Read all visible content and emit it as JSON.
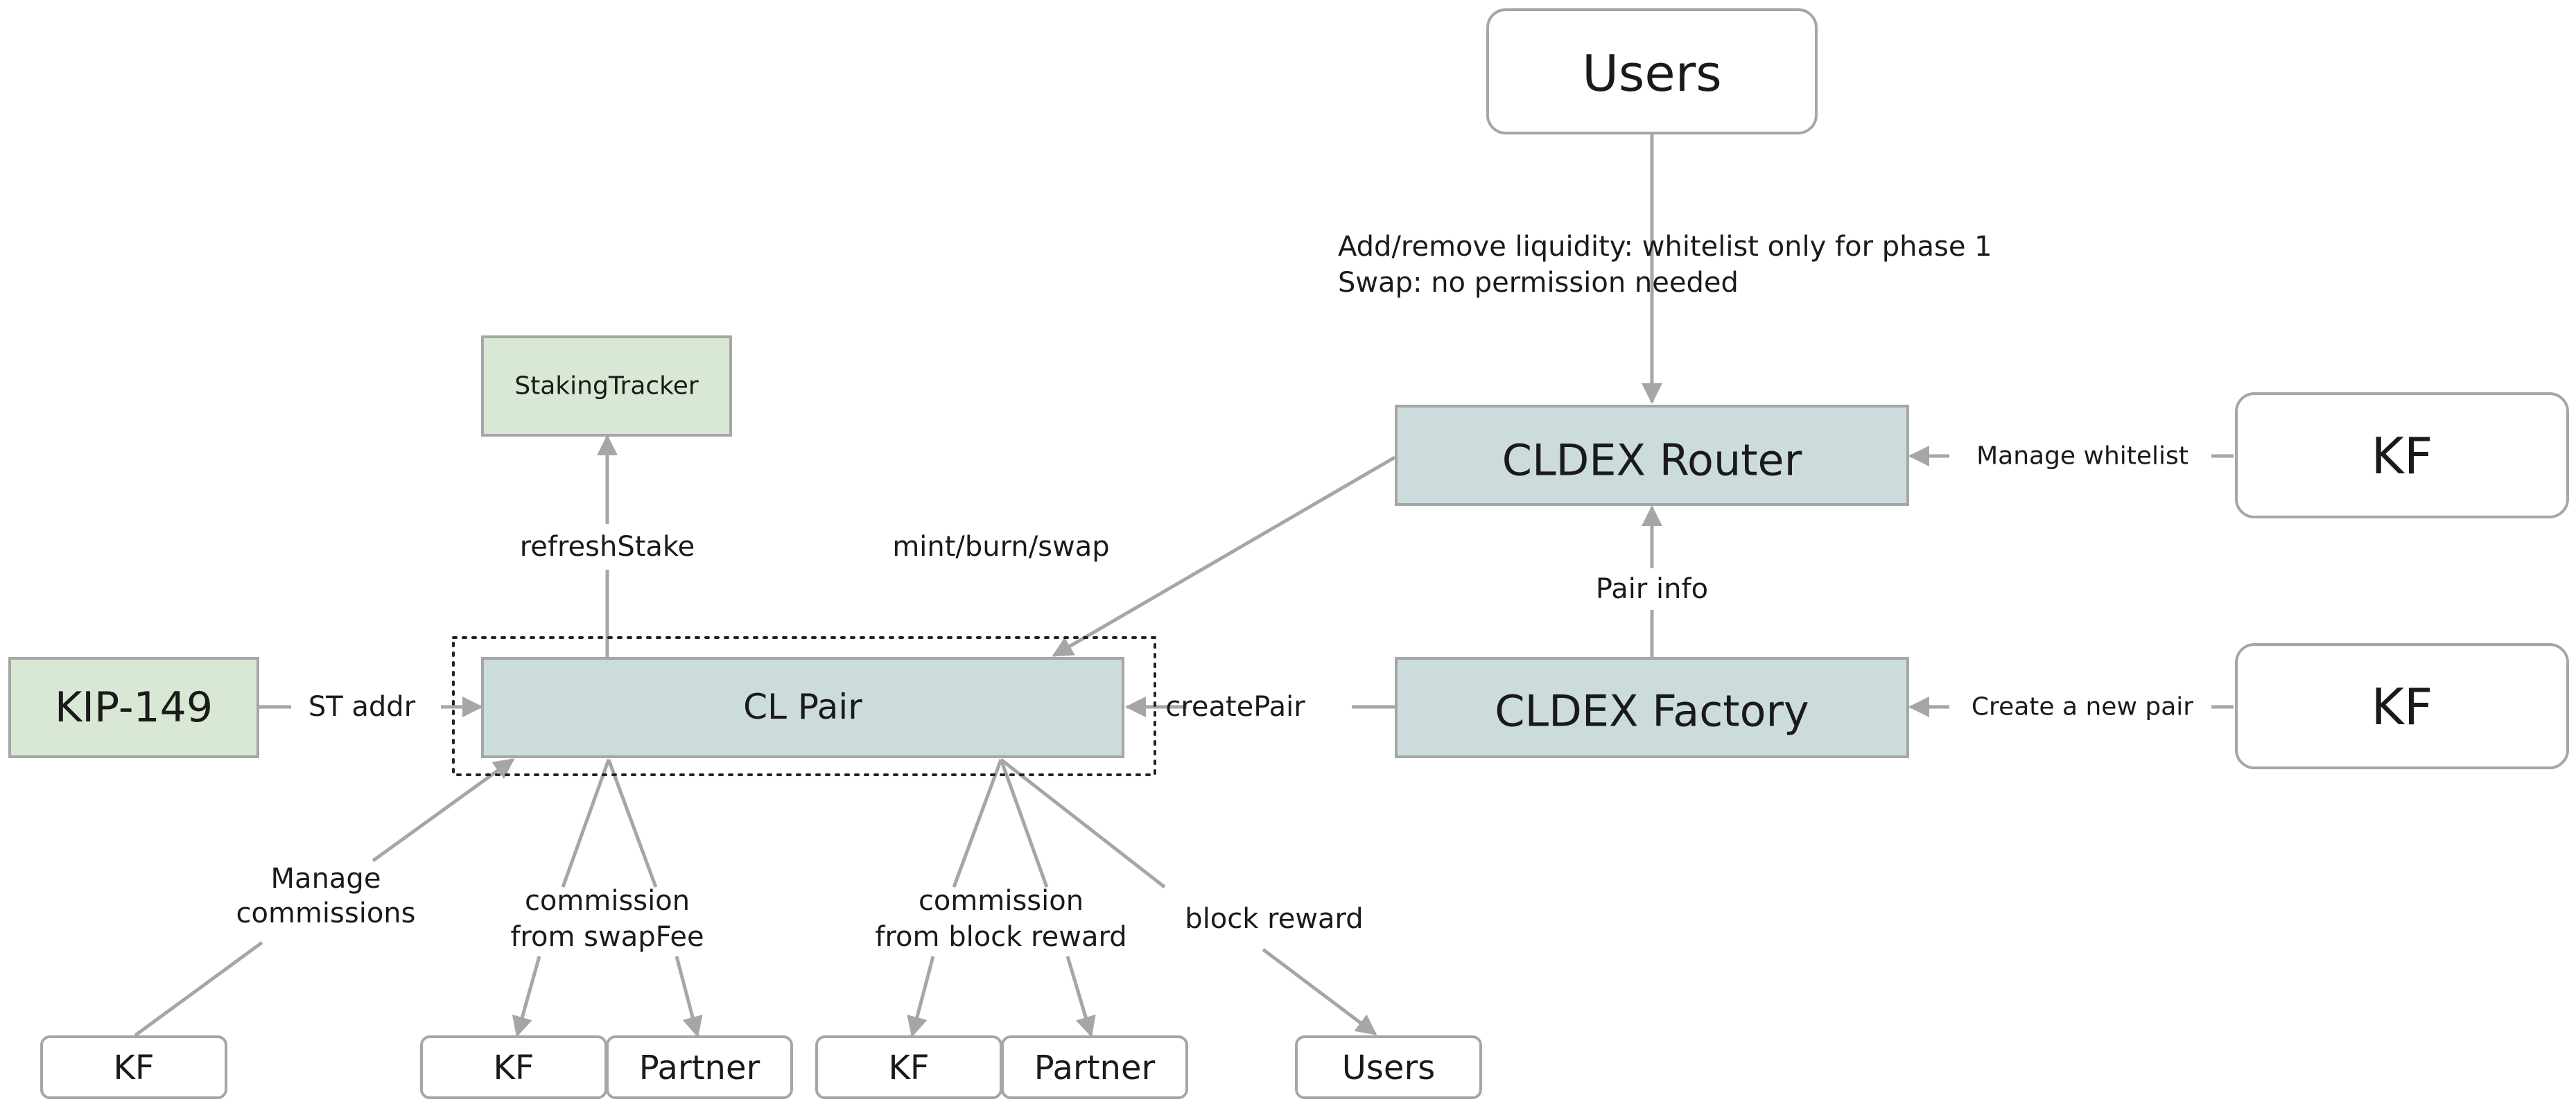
{
  "nodes": {
    "users_top": "Users",
    "cldex_router": "CLDEX Router",
    "cldex_factory": "CLDEX Factory",
    "kf_whitelist": "KF",
    "kf_pair": "KF",
    "staking_tracker": "StakingTracker",
    "kip149": "KIP-149",
    "cl_pair": "CL Pair",
    "kf_commissions": "KF",
    "kf_swapfee": "KF",
    "partner_swapfee": "Partner",
    "kf_blockreward": "KF",
    "partner_blockreward": "Partner",
    "users_bottom": "Users"
  },
  "edges": {
    "users_router_line1": "Add/remove liquidity: whitelist only for phase 1",
    "users_router_line2": "Swap: no permission needed",
    "manage_whitelist": "Manage whitelist",
    "create_new_pair": "Create a new pair",
    "pair_info": "Pair info",
    "mint_burn_swap": "mint/burn/swap",
    "refresh_stake": "refreshStake",
    "st_addr": "ST addr",
    "create_pair": "createPair",
    "manage_commissions_line1": "Manage",
    "manage_commissions_line2": "commissions",
    "commission_swapfee_line1": "commission",
    "commission_swapfee_line2": "from swapFee",
    "commission_block_line1": "commission",
    "commission_block_line2": "from block reward",
    "block_reward": "block reward"
  },
  "colors": {
    "white_node": "#ffffff",
    "blue_node": "#ccdbdc",
    "green_node": "#d9e8d4",
    "stroke": "#a6a6a6"
  }
}
